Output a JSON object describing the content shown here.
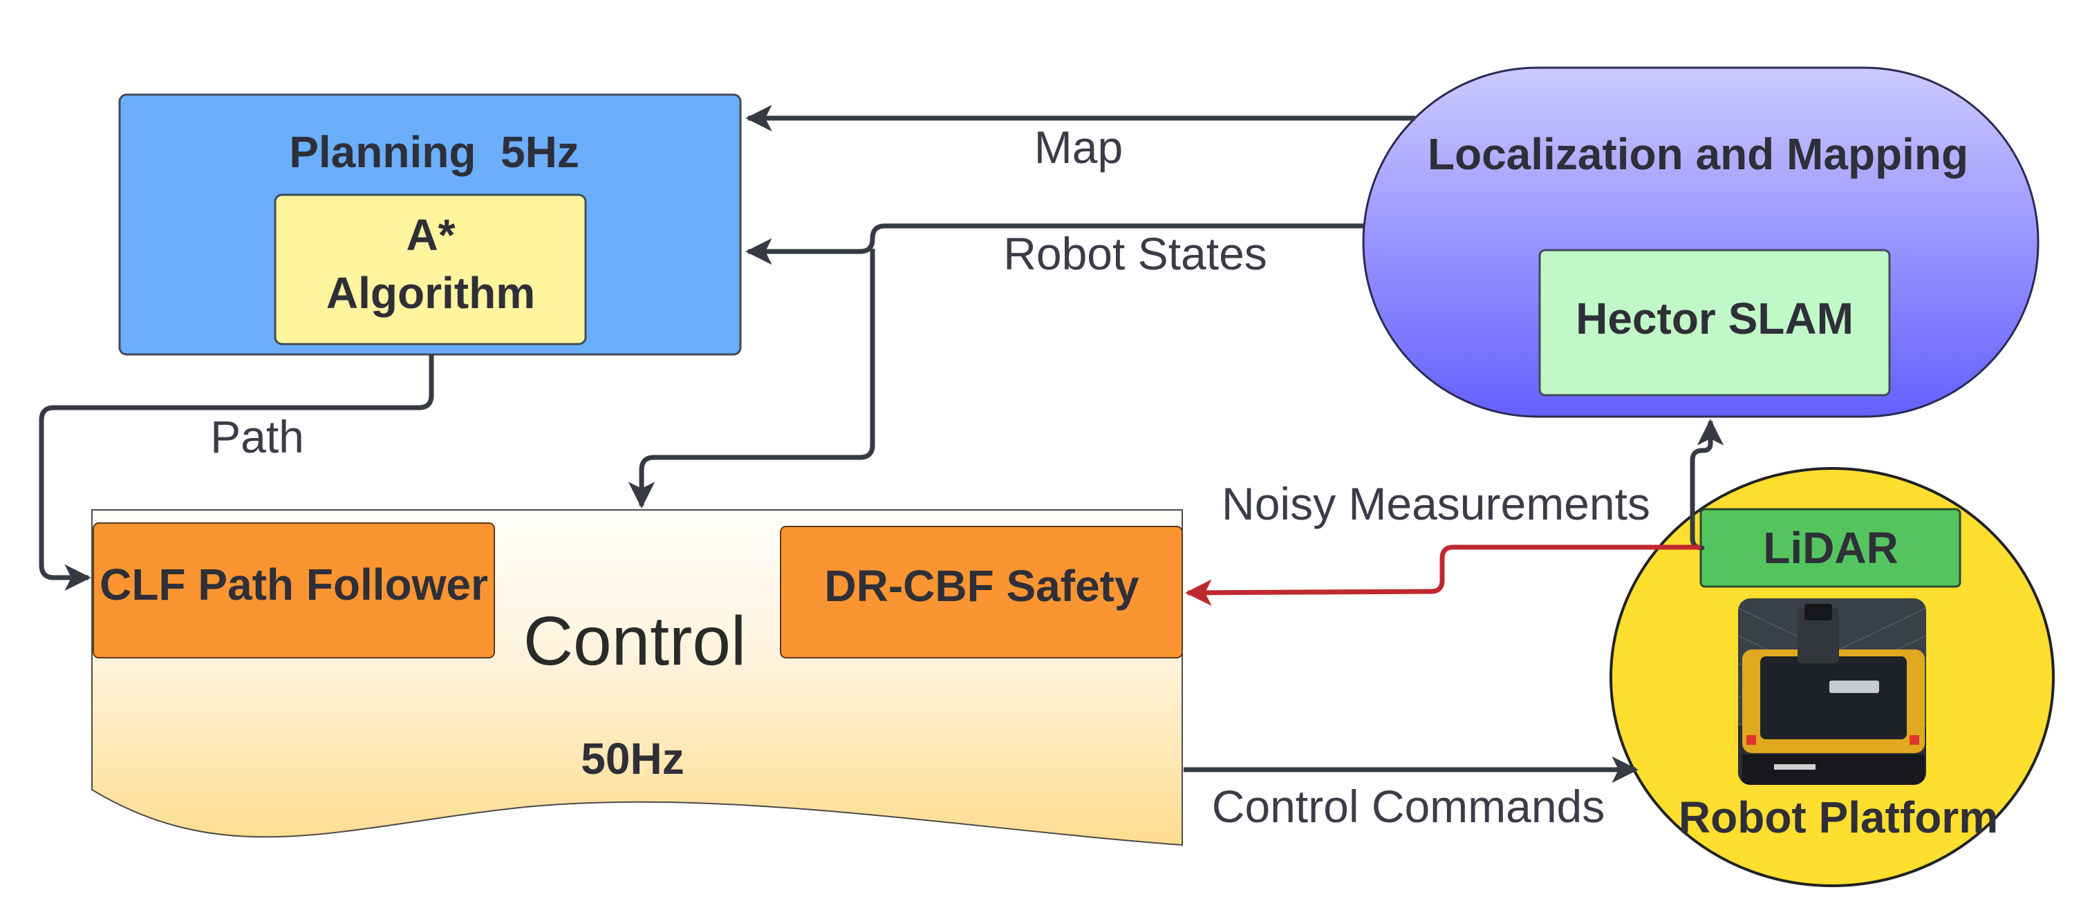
{
  "planning": {
    "title": "Planning  5Hz",
    "algo_line1": "A*",
    "algo_line2": "Algorithm"
  },
  "localization": {
    "title": "Localization and Mapping",
    "module": "Hector SLAM"
  },
  "control": {
    "title": "Control",
    "rate": "50Hz",
    "follower": "CLF Path Follower",
    "safety": "DR-CBF Safety"
  },
  "robot": {
    "title": "Robot Platform",
    "sensor": "LiDAR"
  },
  "edges": {
    "map": "Map",
    "robot_states": "Robot States",
    "path": "Path",
    "noisy": "Noisy Measurements",
    "commands": "Control Commands"
  },
  "colors": {
    "planning_fill": "#6aaefc",
    "algo_fill": "#fff59e",
    "loc_top": "#cccaff",
    "loc_bottom": "#6460ff",
    "slam_fill": "#c1f8c8",
    "control_top": "#fffefb",
    "control_bottom": "#ffdd90",
    "module_fill": "#fb9532",
    "robot_fill": "#fede2f",
    "lidar_fill": "#54c55e",
    "noisy_arrow": "#c0282f",
    "arrow": "#363a44"
  }
}
